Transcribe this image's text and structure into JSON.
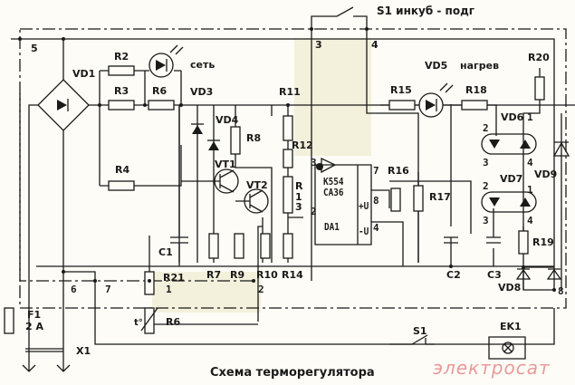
{
  "title": "Схема терморегулятора",
  "watermark": "электросат",
  "switch_top": {
    "label": "S1 инкуб - подг"
  },
  "switch_bottom": {
    "label": "S1"
  },
  "connector_nodes": [
    "1",
    "2",
    "3",
    "4",
    "5",
    "6",
    "7",
    "8"
  ],
  "components": {
    "VD1": "VD1",
    "VD3": "VD3",
    "VD4": "VD4",
    "VD5": "VD5",
    "VD6": "VD6",
    "VD7": "VD7",
    "VD8": "VD8",
    "VD9": "VD9",
    "R2": "R2",
    "R3": "R3",
    "R4": "R4",
    "R6a": "R6",
    "R6b": "R6",
    "R7": "R7",
    "R8": "R8",
    "R9": "R9",
    "R10": "R10",
    "R11": "R11",
    "R12": "R12",
    "R13": "R\n1\n3",
    "R14": "R14",
    "R15": "R15",
    "R16": "R16",
    "R17": "R17",
    "R18": "R18",
    "R19": "R19",
    "R20": "R20",
    "R21": "R21",
    "C1": "C1",
    "C2": "C2",
    "C3": "C3",
    "VT1": "VT1",
    "VT2": "VT2",
    "F1": "F1",
    "F1_rating": "2 A",
    "X1": "X1",
    "EK1": "EK1"
  },
  "led_labels": {
    "network": "сеть",
    "heating": "нагрев"
  },
  "ic": {
    "part": "K554\nCA36",
    "ref": "DA1",
    "plus_u": "+U",
    "minus_u": "-U",
    "pins": [
      "3",
      "2",
      "7",
      "8",
      "4"
    ]
  },
  "optocoupler_pins": {
    "vd6": [
      "2",
      "3",
      "1",
      "4"
    ],
    "vd7": [
      "2",
      "3",
      "1",
      "4"
    ]
  },
  "thermistor_symbol": "t°"
}
